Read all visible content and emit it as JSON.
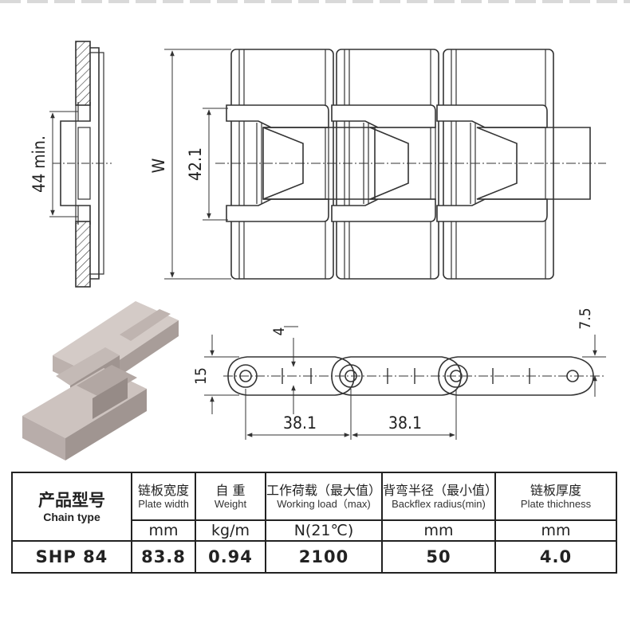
{
  "dimensions": {
    "min_width": "44 min.",
    "W": "W",
    "inner": "42.1",
    "pin_offset": "7.5",
    "hole": "4",
    "height": "15",
    "pitch1": "38.1",
    "pitch2": "38.1"
  },
  "table": {
    "headers": [
      {
        "cn": "产品型号",
        "en": "Chain type"
      },
      {
        "cn": "链板宽度",
        "en": "Plate width"
      },
      {
        "cn": "自 重",
        "en": "Weight"
      },
      {
        "cn": "工作荷载（最大值）",
        "en": "Working load（max)"
      },
      {
        "cn": "背弯半径（最小值）",
        "en": "Backflex radius(min)"
      },
      {
        "cn": "链板厚度",
        "en": "Plate thichness"
      }
    ],
    "units": [
      "mm",
      "kg/m",
      "N(21℃)",
      "mm",
      "mm"
    ],
    "row": [
      "SHP 84",
      "83.8",
      "0.94",
      "2100",
      "50",
      "4.0"
    ]
  },
  "colors": {
    "line": "#333333",
    "photo_plate": "#c9bfbb",
    "photo_shadow": "#9d928e"
  }
}
